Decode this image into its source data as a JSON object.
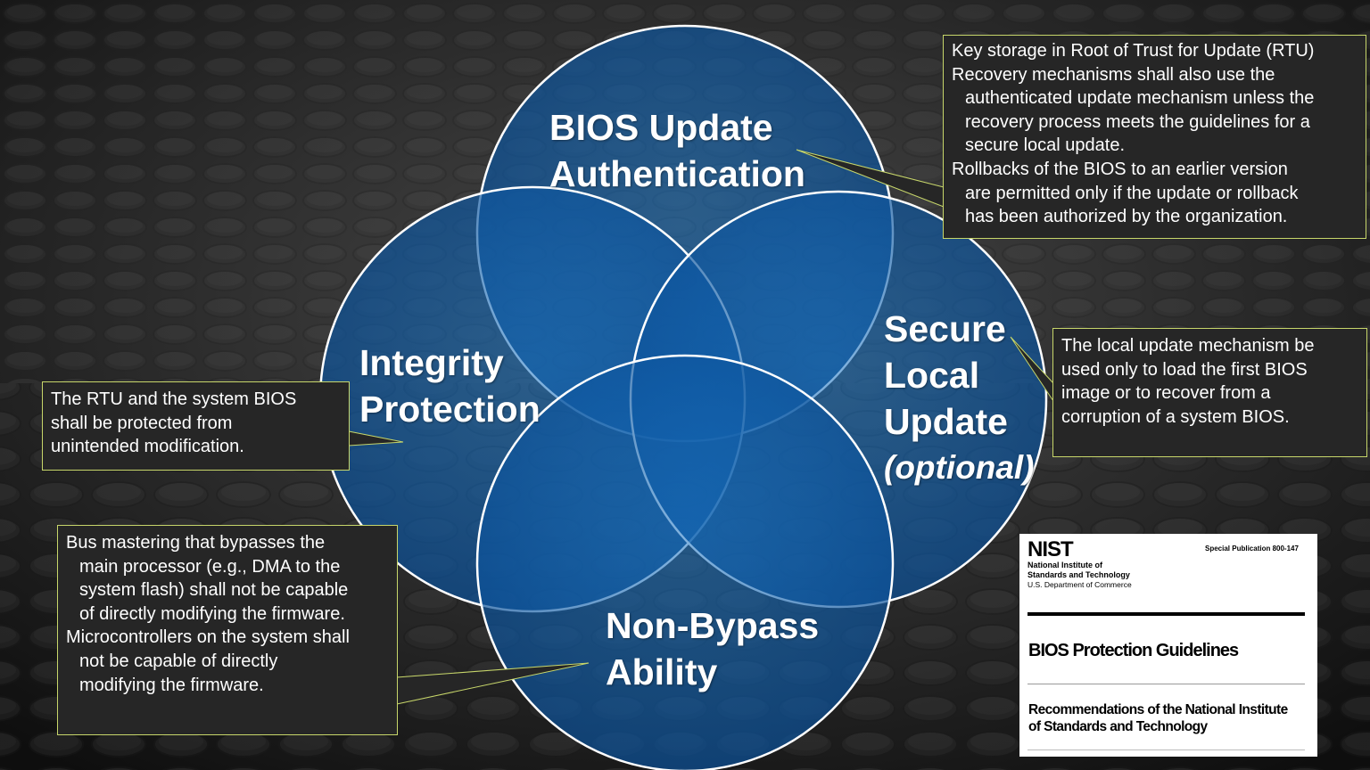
{
  "circles": {
    "update_auth": {
      "lines": [
        "BIOS Update",
        "Authentication"
      ]
    },
    "integrity": {
      "lines": [
        "Integrity",
        "Protection"
      ]
    },
    "secure_local": {
      "lines": [
        "Secure",
        "Local",
        "Update"
      ],
      "optional": "(optional)"
    },
    "non_bypass": {
      "lines": [
        "Non-Bypass",
        "Ability"
      ]
    }
  },
  "callouts": {
    "rtu": {
      "paragraphs": [
        {
          "lines": [
            "Key storage in Root of Trust for Update (RTU)"
          ]
        },
        {
          "lines": [
            "Recovery mechanisms shall also use the",
            "authenticated update mechanism unless the",
            "recovery process meets the guidelines for a",
            "secure local update."
          ]
        },
        {
          "lines": [
            "Rollbacks of the BIOS to an earlier version",
            "are permitted only if the update or rollback",
            "has been authorized by the organization."
          ]
        }
      ]
    },
    "integrity": {
      "paragraphs": [
        {
          "lines": [
            "The RTU and the system BIOS",
            "shall be protected from",
            "unintended modification."
          ]
        }
      ]
    },
    "local_update": {
      "paragraphs": [
        {
          "lines": [
            "The local update mechanism be",
            "used only to load the first BIOS",
            "image or to recover from a",
            "corruption of a system BIOS."
          ]
        }
      ]
    },
    "bypass": {
      "paragraphs": [
        {
          "lines": [
            "Bus mastering that bypasses the",
            "main processor (e.g., DMA to the",
            "system flash) shall not be capable",
            "of directly modifying the firmware."
          ]
        },
        {
          "lines": [
            "Microcontrollers on the system shall",
            "not be capable of directly",
            "modifying the firmware."
          ]
        }
      ]
    }
  },
  "nist_doc": {
    "logo": "NIST",
    "org_lines": [
      "National Institute of",
      "Standards and Technology"
    ],
    "dept": "U.S. Department of Commerce",
    "series": "Special Publication 800-147",
    "title": "BIOS Protection Guidelines",
    "subtitle_lines": [
      "Recommendations of the National Institute",
      "of Standards and Technology"
    ]
  },
  "colors": {
    "circle_fill": "#0d5da8",
    "circle_stroke": "#ffffff",
    "callout_border": "#c7d66a",
    "callout_bg": "#262626"
  }
}
